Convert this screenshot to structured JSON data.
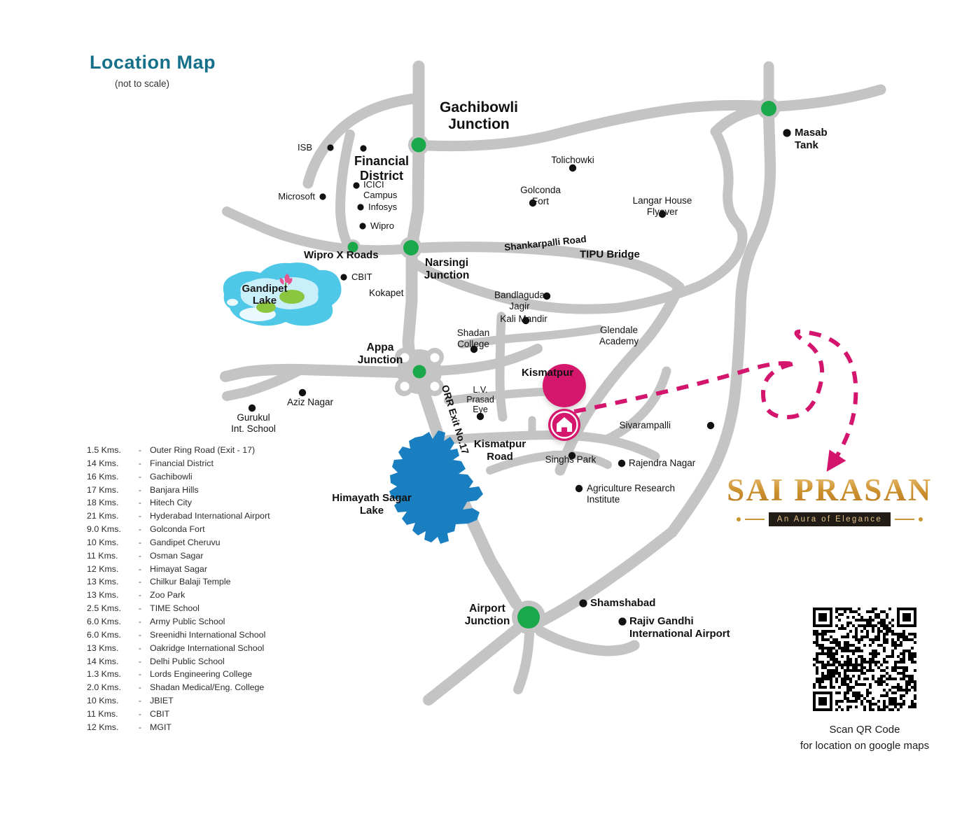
{
  "title": {
    "heading": "Location Map",
    "subtitle": "(not to scale)"
  },
  "colors": {
    "road": "#c4c4c4",
    "junction_green": "#1aa84a",
    "marker_pink": "#d4156d",
    "lake_blue": "#1a7fc1",
    "gandipet_cyan": "#4fc8e8",
    "title_teal": "#17708a",
    "logo_gold": "#cf9431",
    "logo_dark": "#221c16"
  },
  "distances": {
    "unit_suffix": "Kms.",
    "separator": "-",
    "items": [
      {
        "km": "1.5 Kms.",
        "sep": "-",
        "place": "Outer Ring Road (Exit - 17)"
      },
      {
        "km": "14 Kms.",
        "sep": "-",
        "place": "Financial District"
      },
      {
        "km": "16 Kms.",
        "sep": "-",
        "place": "Gachibowli"
      },
      {
        "km": "17 Kms.",
        "sep": "-",
        "place": "Banjara Hills"
      },
      {
        "km": "18 Kms.",
        "sep": "-",
        "place": "Hitech City"
      },
      {
        "km": "21 Kms.",
        "sep": "-",
        "place": "Hyderabad International Airport"
      },
      {
        "km": "9.0 Kms.",
        "sep": "-",
        "place": "Golconda Fort"
      },
      {
        "km": "10 Kms.",
        "sep": "-",
        "place": "Gandipet Cheruvu"
      },
      {
        "km": "11 Kms.",
        "sep": "-",
        "place": "Osman Sagar"
      },
      {
        "km": "12 Kms.",
        "sep": "-",
        "place": "Himayat Sagar"
      },
      {
        "km": "13 Kms.",
        "sep": "-",
        "place": "Chilkur Balaji Temple"
      },
      {
        "km": "13 Kms.",
        "sep": "-",
        "place": "Zoo Park"
      },
      {
        "km": "2.5 Kms.",
        "sep": "-",
        "place": "TIME School"
      },
      {
        "km": "6.0 Kms.",
        "sep": "-",
        "place": "Army Public School"
      },
      {
        "km": "6.0 Kms.",
        "sep": "-",
        "place": "Sreenidhi International School"
      },
      {
        "km": "13 Kms.",
        "sep": "-",
        "place": "Oakridge International School"
      },
      {
        "km": "14 Kms.",
        "sep": "-",
        "place": "Delhi Public School"
      },
      {
        "km": "1.3 Kms.",
        "sep": "-",
        "place": "Lords Engineering College"
      },
      {
        "km": "2.0 Kms.",
        "sep": "-",
        "place": "Shadan Medical/Eng. College"
      },
      {
        "km": "10 Kms.",
        "sep": "-",
        "place": "JBIET"
      },
      {
        "km": "11 Kms.",
        "sep": "-",
        "place": "CBIT"
      },
      {
        "km": "12 Kms.",
        "sep": "-",
        "place": "MGIT"
      }
    ]
  },
  "map": {
    "junction_labels": [
      {
        "id": "gachibowli-junction",
        "line1": "Gachibowli",
        "line2": "Junction"
      },
      {
        "id": "financial-district",
        "line1": "Financial",
        "line2": "District"
      },
      {
        "id": "narsingi-junction",
        "line1": "Narsingi",
        "line2": "Junction"
      },
      {
        "id": "appa-junction",
        "line1": "Appa",
        "line2": "Junction"
      },
      {
        "id": "airport-junction",
        "line1": "Airport",
        "line2": "Junction"
      },
      {
        "id": "wipro-x-roads",
        "line1": "Wipro X Roads",
        "line2": ""
      },
      {
        "id": "tipu-bridge",
        "line1": "TIPU Bridge",
        "line2": ""
      },
      {
        "id": "kismatpur",
        "line1": "Kismatpur",
        "line2": ""
      },
      {
        "id": "kismatpur-road",
        "line1": "Kismatpur",
        "line2": "Road"
      },
      {
        "id": "masab-tank",
        "line1": "Masab",
        "line2": "Tank"
      },
      {
        "id": "shamshabad",
        "line1": "Shamshabad",
        "line2": ""
      },
      {
        "id": "rajiv-gandhi-airport",
        "line1": "Rajiv Gandhi",
        "line2": "International Airport"
      }
    ],
    "place_labels": [
      {
        "id": "isb",
        "text": "ISB"
      },
      {
        "id": "microsoft",
        "text": "Microsoft"
      },
      {
        "id": "icici-campus",
        "text": "ICICI\nCampus"
      },
      {
        "id": "infosys",
        "text": "Infosys"
      },
      {
        "id": "wipro",
        "text": "Wipro"
      },
      {
        "id": "cbit",
        "text": "CBIT"
      },
      {
        "id": "kokapet",
        "text": "Kokapet"
      },
      {
        "id": "tolichowki",
        "text": "Tolichowki"
      },
      {
        "id": "golconda-fort",
        "text": "Golconda\nFort"
      },
      {
        "id": "langar-house",
        "text": "Langar House\nFlyover"
      },
      {
        "id": "bandlaguda",
        "text": "Bandlaguda\nJagir"
      },
      {
        "id": "kali-mandir",
        "text": "Kali Mandir"
      },
      {
        "id": "shadan-college",
        "text": "Shadan\nCollege"
      },
      {
        "id": "glendale",
        "text": "Glendale\nAcademy"
      },
      {
        "id": "lv-prasad",
        "text": "L.V.\nPrasad\nEye"
      },
      {
        "id": "aziz-nagar",
        "text": "Aziz Nagar"
      },
      {
        "id": "gurukul",
        "text": "Gurukul\nInt. School"
      },
      {
        "id": "singhs-park",
        "text": "Singhs Park"
      },
      {
        "id": "rajendra-nagar",
        "text": "Rajendra Nagar"
      },
      {
        "id": "agri-research",
        "text": "Agriculture Research\nInstitute"
      },
      {
        "id": "sivarampalli",
        "text": "Sivarampalli"
      }
    ],
    "road_labels": [
      {
        "id": "shankarpalli-road",
        "text": "Shankarpalli Road"
      },
      {
        "id": "orr-exit-17",
        "text": "ORR Exit No.17"
      }
    ],
    "water_labels": [
      {
        "id": "gandipet-lake",
        "line1": "Gandipet",
        "line2": "Lake"
      },
      {
        "id": "himayath-sagar-lake",
        "line1": "Himayath Sagar",
        "line2": "Lake"
      }
    ],
    "project_marker": {
      "icon": "home-icon",
      "label": ""
    }
  },
  "logo": {
    "name": "SAI PRASAN",
    "tagline": "An Aura of Elegance"
  },
  "qr": {
    "caption_line1": "Scan QR Code",
    "caption_line2": "for location on google maps"
  }
}
